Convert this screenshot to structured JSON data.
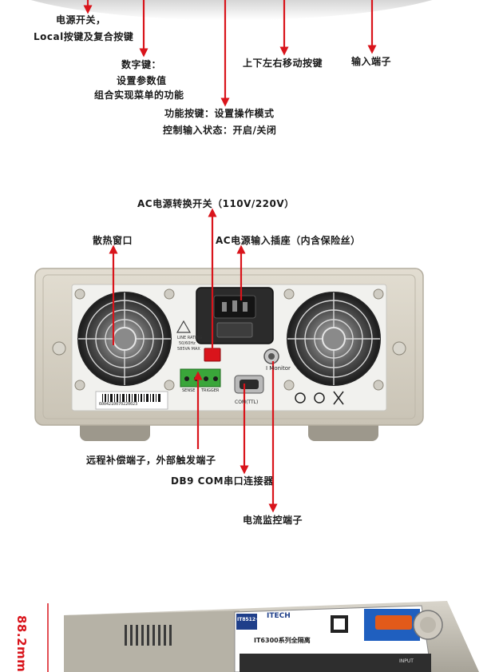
{
  "top_section": {
    "label_power_switch": "电源开关，",
    "label_local_key": "Local按键及复合按键",
    "label_numeric_1": "数字键：",
    "label_numeric_2": "设置参数值",
    "label_numeric_3": "组合实现菜单的功能",
    "label_arrow_keys": "上下左右移动按键",
    "label_input_terminal": "输入端子",
    "label_function_1": "功能按键：设置操作模式",
    "label_function_2": "控制输入状态：开启/关闭"
  },
  "rear_panel": {
    "label_ac_switch": "AC电源转换开关（110V/220V）",
    "label_fan_window": "散热窗口",
    "label_ac_socket": "AC电源输入插座（内含保险丝）",
    "label_remote_sense": "远程补偿端子，外部触发端子",
    "label_db9": "DB9 COM串口连接器",
    "label_current_monitor": "电流监控端子",
    "panel_text_monitor": "I Monitor",
    "panel_text_com": "COM(TTL)",
    "panel_text_barcode": "6004210070220023",
    "panel_text_sense": "SENSE",
    "panel_text_trigger": "TRIGGER",
    "panel_text_rating": "LINE RATING",
    "panel_text_freq": "50/60Hz",
    "panel_text_va": "585VA MAX"
  },
  "front_photo": {
    "dimension": "88.2mm",
    "brand": "ITECH",
    "model_tag": "IT8512+",
    "series_text": "IT6300系列全隔离",
    "input_label": "INPUT"
  },
  "colors": {
    "arrow_red": "#d9141b",
    "panel_beige": "#d6d1c4",
    "panel_dark": "#3a3a3a",
    "terminal_green": "#3aa63a"
  }
}
